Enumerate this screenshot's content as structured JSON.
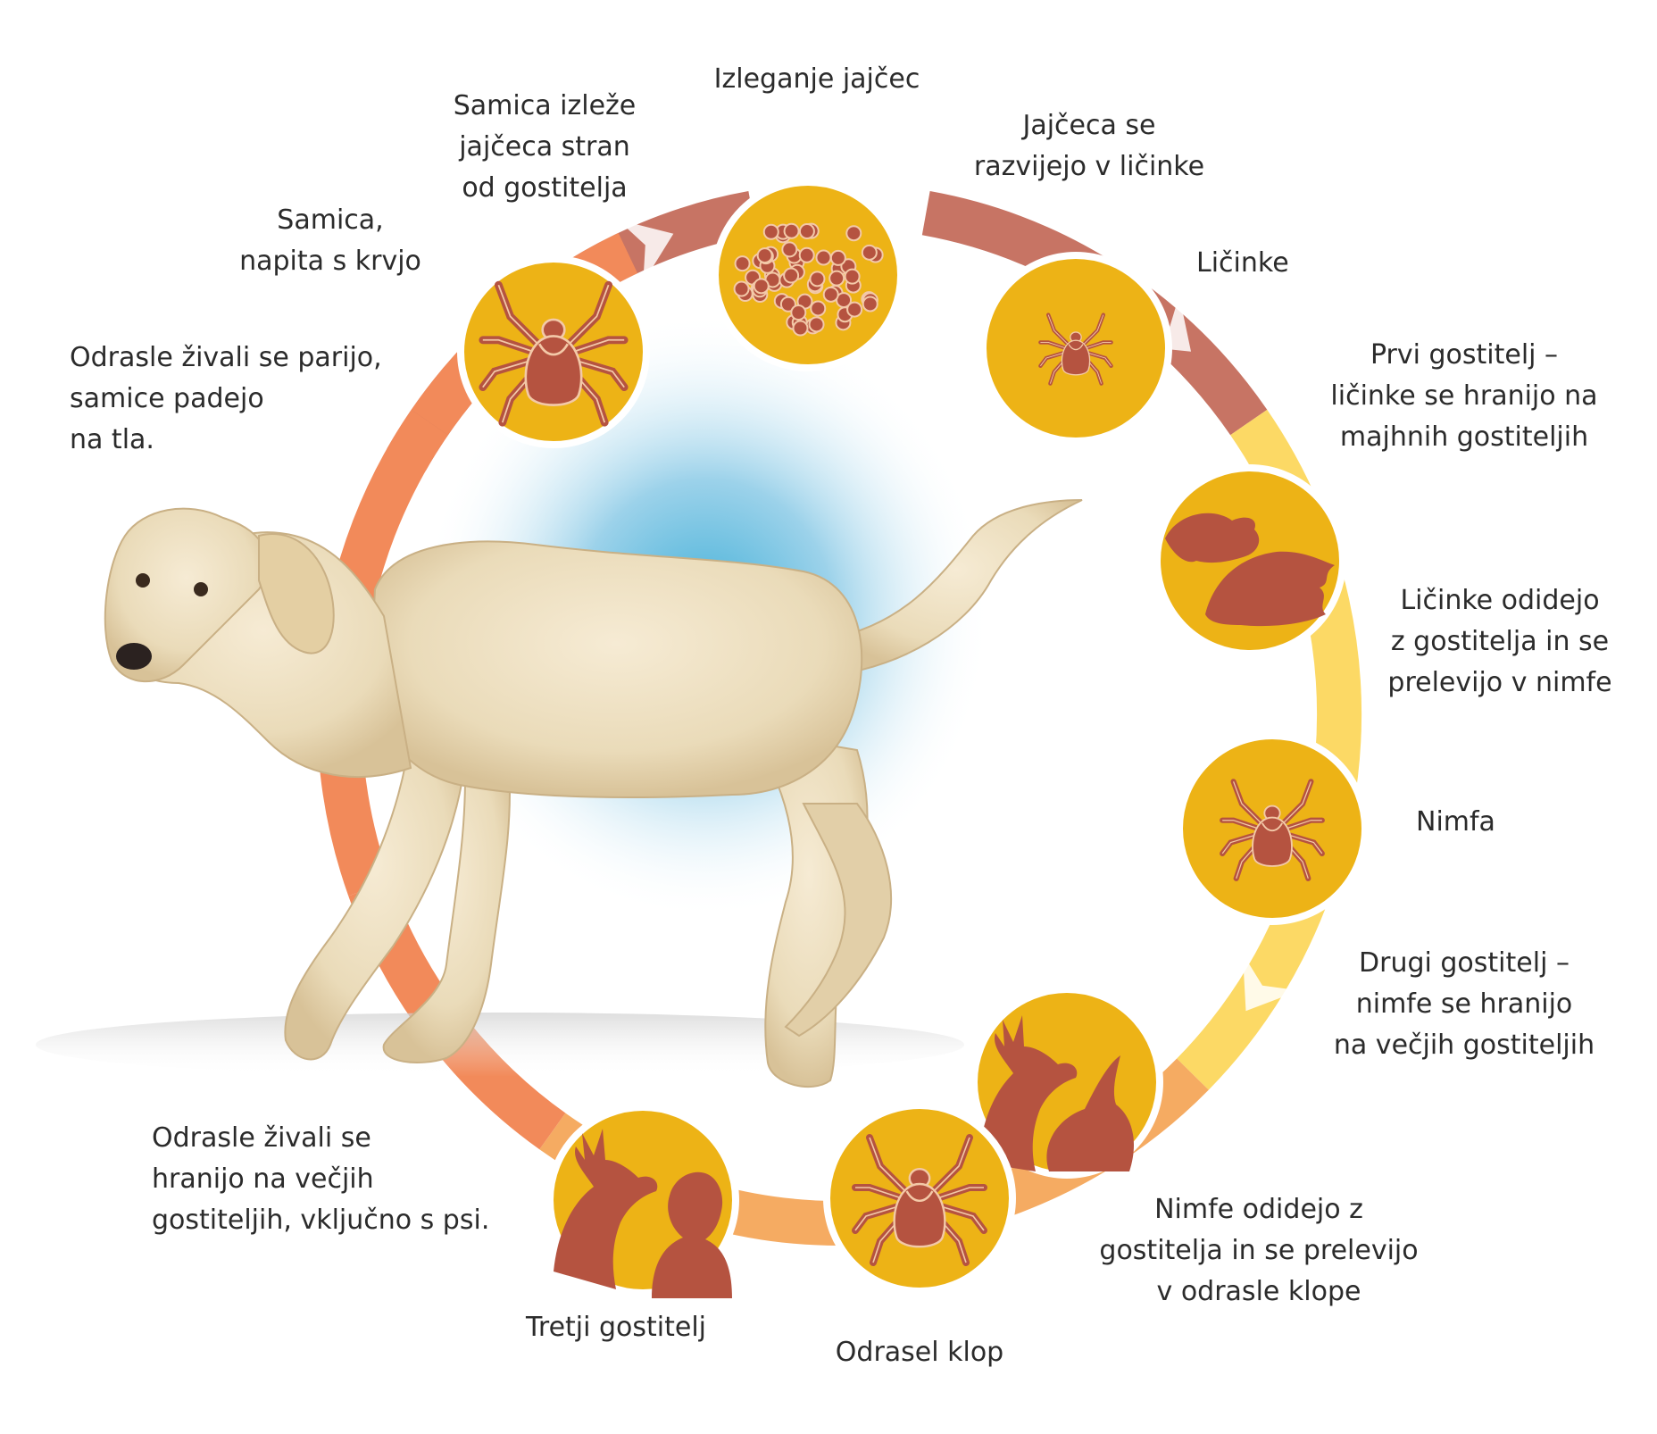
{
  "diagram": {
    "colors": {
      "stage_fill": "#EDB316",
      "stage_stroke": "#ffffff",
      "icon": "#B55340",
      "icon_line": "#F3C9A8",
      "ring_coral": "#F28A5A",
      "ring_rose": "#C77464",
      "ring_yellow": "#FCD965",
      "ring_peach": "#F5AB62",
      "center_blue": "#43B0D8"
    },
    "stages": [
      {
        "icon": "tick-engorged-icon",
        "label": "Samica,\nnapita s krvjo"
      },
      {
        "icon": "tick-eggs-icon",
        "label": "Izleganje jajčec"
      },
      {
        "icon": "larva-icon",
        "label": "Ličinke"
      },
      {
        "icon": "mouse-hedgehog-icon",
        "label": "Prvi gostitelj –\nličinke se hranijo na\nmajhnih gostiteljih"
      },
      {
        "icon": "nymph-icon",
        "label": "Nimfa"
      },
      {
        "icon": "deer-rabbit-icon",
        "label": "Drugi gostitelj –\nnimfe se hranijo\nna večjih gostiteljih"
      },
      {
        "icon": "adult-tick-icon",
        "label": "Odrasel klop"
      },
      {
        "icon": "deer-human-icon",
        "label": "Tretji gostitelj"
      }
    ],
    "transitions": [
      "Samica izleže\njajčeca stran\nod gostitelja",
      "Jajčeca se\nrazvijejo v ličinke",
      "Ličinke odidejo\nz gostitelja in se\nprelevijo v nimfe",
      "Nimfe odidejo z\ngostitelja in se prelevijo\nv odrasle klope",
      "Odrasle živali se\nhranijo na večjih\ngostiteljih, vključno s psi.",
      "Odrasle živali se parijo,\nsamice padejo\nna tla."
    ]
  }
}
